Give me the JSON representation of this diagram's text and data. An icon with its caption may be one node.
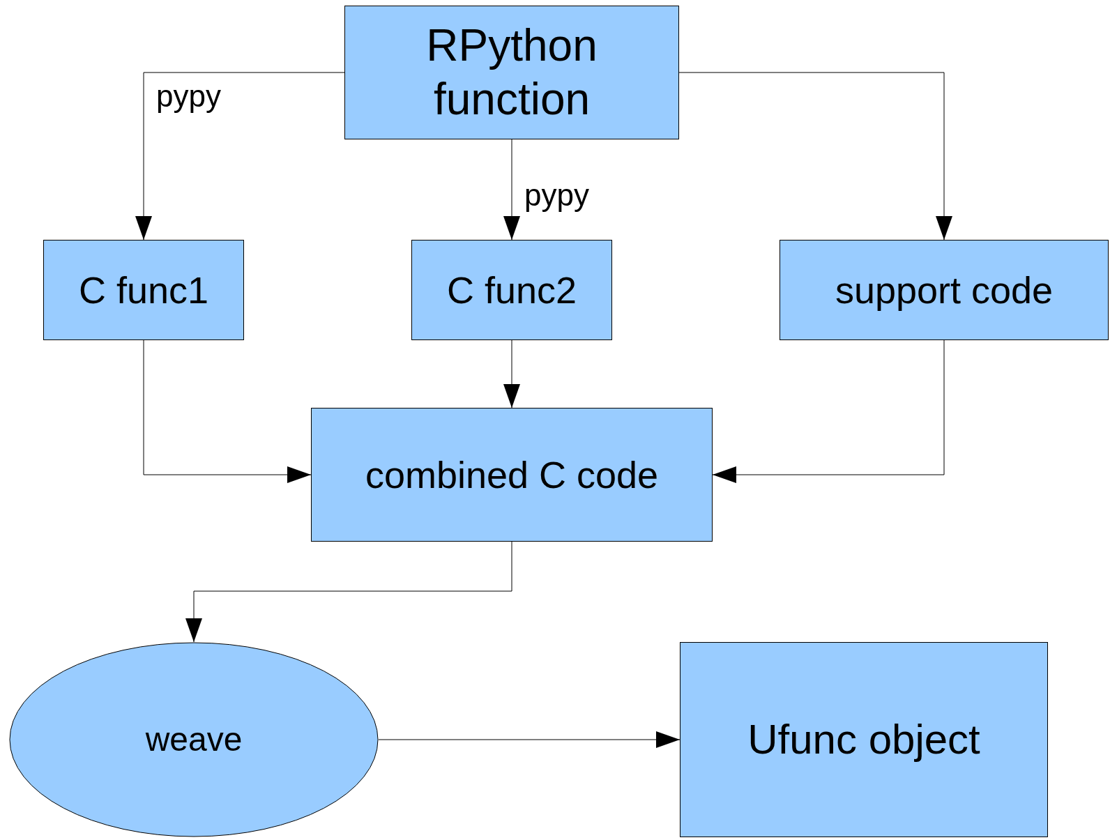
{
  "diagram": {
    "nodes": [
      {
        "text": [
          "RPython function"
        ]
      },
      {
        "text": [
          "C func1"
        ]
      },
      {
        "text": [
          "C func2"
        ]
      },
      {
        "text": [
          "support code"
        ]
      },
      {
        "text": [
          "combined C code"
        ]
      },
      {
        "text": [
          "weave"
        ]
      },
      {
        "text": [
          "Ufunc object"
        ]
      }
    ],
    "edges": [
      {
        "from": 0,
        "to": 1,
        "arrow": "to",
        "label": "pypy"
      },
      {
        "from": 0,
        "to": 2,
        "arrow": "to",
        "label": "pypy"
      },
      {
        "from": 0,
        "to": 3,
        "arrow": "to"
      },
      {
        "from": 1,
        "to": 4,
        "arrow": "to"
      },
      {
        "from": 2,
        "to": 4,
        "arrow": "to"
      },
      {
        "from": 3,
        "to": 4,
        "arrow": "to"
      },
      {
        "from": 4,
        "to": 5,
        "arrow": "to"
      },
      {
        "from": 5,
        "to": 6,
        "arrow": "to"
      }
    ]
  }
}
